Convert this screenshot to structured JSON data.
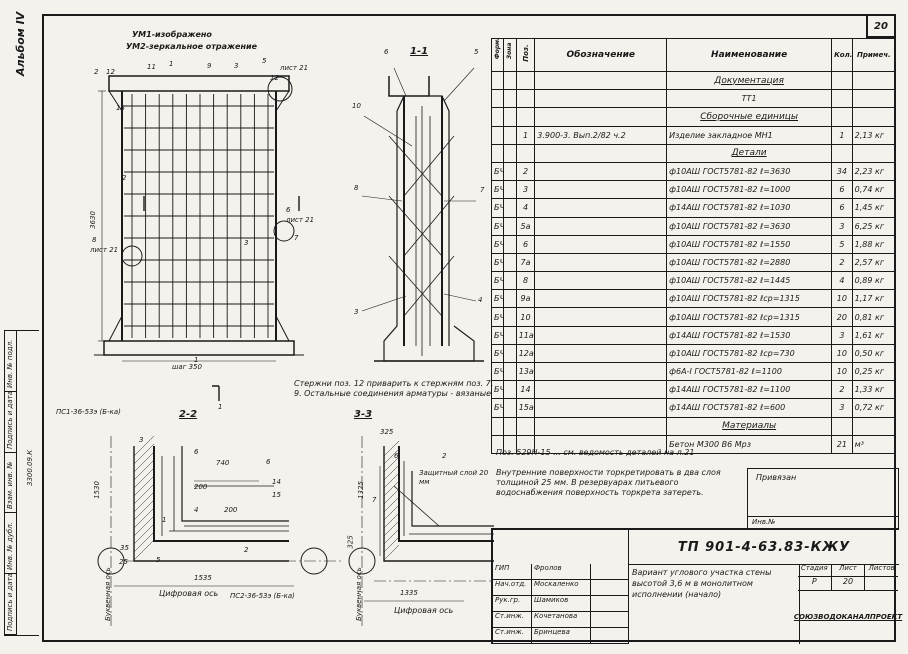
{
  "sheet_number": "20",
  "album_label": "Альбом IV",
  "views": {
    "front_note_1": "УМ1-изображено",
    "front_note_2": "УМ2-зеркальное отражение",
    "front_dim_height": "3630",
    "front_dim_step": "шаг 350",
    "front_labels": [
      "2",
      "12",
      "11",
      "1",
      "9",
      "3",
      "5",
      "13",
      "2",
      "6",
      "лист 21",
      "лист 21",
      "8",
      "лист 21",
      "7",
      "3",
      "12",
      "1",
      "1"
    ],
    "section_1_title": "1-1",
    "section_1_labels": [
      "6",
      "5",
      "10",
      "8",
      "7",
      "3",
      "4"
    ],
    "section_2_title": "2-2",
    "section_2_labels": [
      "ПС1-36-53э (Б-ка)",
      "3",
      "6",
      "740",
      "6",
      "200",
      "14",
      "15",
      "200",
      "4",
      "1530",
      "1",
      "35",
      "25",
      "5",
      "1535",
      "2",
      "ПС2-36-53э (Б-ка)"
    ],
    "section_2_axis_left": "Буквенная ось",
    "section_2_axis_bottom": "Цифровая ось",
    "section_3_title": "3-3",
    "section_3_labels": [
      "325",
      "6",
      "2",
      "1325",
      "7",
      "325",
      "1335",
      "Защитный слой 20 мм"
    ],
    "section_3_axis_left": "Буквенная ось",
    "section_3_axis_bottom": "Цифровая ось",
    "welding_note": "Стержни поз. 12 приварить к стержням поз. 7, 9. Остальные соединения арматуры - вязаные"
  },
  "spec_table": {
    "headers": [
      "Формат",
      "Зона",
      "Поз.",
      "Обозначение",
      "Наименование",
      "Кол.",
      "Примеч."
    ],
    "rows": [
      {
        "type": "section",
        "name": "Документация"
      },
      {
        "fmt": "",
        "zone": "",
        "pos": "",
        "des": "",
        "name": "ТТ1",
        "qty": "",
        "note": ""
      },
      {
        "type": "section",
        "name": "Сборочные единицы"
      },
      {
        "fmt": "",
        "zone": "",
        "pos": "1",
        "des": "3.900-3. Вып.2/82 ч.2",
        "name": "Изделие закладное МН1",
        "qty": "1",
        "note": "2,13 кг"
      },
      {
        "type": "section",
        "name": "Детали"
      },
      {
        "fmt": "БЧ",
        "zone": "",
        "pos": "2",
        "des": "",
        "name": "ф10АШ ГОСТ5781-82 ℓ=3630",
        "qty": "34",
        "note": "2,23 кг"
      },
      {
        "fmt": "БЧ",
        "zone": "",
        "pos": "3",
        "des": "",
        "name": "ф10АШ ГОСТ5781-82 ℓ=1000",
        "qty": "6",
        "note": "0,74 кг"
      },
      {
        "fmt": "БЧ",
        "zone": "",
        "pos": "4",
        "des": "",
        "name": "ф14АШ ГОСТ5781-82 ℓ=1030",
        "qty": "6",
        "note": "1,45 кг"
      },
      {
        "fmt": "БЧ",
        "zone": "",
        "pos": "5а",
        "des": "",
        "name": "ф10АШ ГОСТ5781-82 ℓ=3630",
        "qty": "3",
        "note": "6,25 кг"
      },
      {
        "fmt": "БЧ",
        "zone": "",
        "pos": "6",
        "des": "",
        "name": "ф10АШ ГОСТ5781-82 ℓ=1550",
        "qty": "5",
        "note": "1,88 кг"
      },
      {
        "fmt": "БЧ",
        "zone": "",
        "pos": "7а",
        "des": "",
        "name": "ф10АШ ГОСТ5781-82 ℓ=2880",
        "qty": "2",
        "note": "2,57 кг"
      },
      {
        "fmt": "БЧ",
        "zone": "",
        "pos": "8",
        "des": "",
        "name": "ф10АШ ГОСТ5781-82 ℓ=1445",
        "qty": "4",
        "note": "0,89 кг"
      },
      {
        "fmt": "БЧ",
        "zone": "",
        "pos": "9а",
        "des": "",
        "name": "ф10АШ ГОСТ5781-82 ℓср=1315",
        "qty": "10",
        "note": "1,17 кг"
      },
      {
        "fmt": "БЧ",
        "zone": "",
        "pos": "10",
        "des": "",
        "name": "ф10АШ ГОСТ5781-82 ℓср=1315",
        "qty": "20",
        "note": "0,81 кг"
      },
      {
        "fmt": "БЧ",
        "zone": "",
        "pos": "11а",
        "des": "",
        "name": "ф14АШ ГОСТ5781-82 ℓ=1530",
        "qty": "3",
        "note": "1,61 кг"
      },
      {
        "fmt": "БЧ",
        "zone": "",
        "pos": "12а",
        "des": "",
        "name": "ф10АШ ГОСТ5781-82 ℓср=730",
        "qty": "10",
        "note": "0,50 кг"
      },
      {
        "fmt": "БЧ",
        "zone": "",
        "pos": "13а",
        "des": "",
        "name": "ф6А-I ГОСТ5781-82 ℓ=1100",
        "qty": "10",
        "note": "0,25 кг"
      },
      {
        "fmt": "БЧ",
        "zone": "",
        "pos": "14",
        "des": "",
        "name": "ф14АШ ГОСТ5781-82 ℓ=1100",
        "qty": "2",
        "note": "1,33 кг"
      },
      {
        "fmt": "БЧ",
        "zone": "",
        "pos": "15а",
        "des": "",
        "name": "ф14АШ ГОСТ5781-82 ℓ=600",
        "qty": "3",
        "note": "0,72 кг"
      },
      {
        "type": "section",
        "name": "Материалы"
      },
      {
        "fmt": "",
        "zone": "",
        "pos": "",
        "des": "",
        "name": "Бетон М300 В6 Мрз",
        "qty": "21",
        "note": "м³"
      }
    ]
  },
  "notes": {
    "note_1": "Поз. 529Н-15 ... см. ведомость деталей на л.21",
    "note_2": "Внутренние поверхности торкретировать в два слоя толщиной 25 мм. В резервуарах питьевого водоснабжения поверхность торкрета затереть."
  },
  "stamp_block": {
    "label": "Привязан",
    "inv_label": "Инв.№"
  },
  "title_block": {
    "code": "ТП 901-4-63.83-КЖУ",
    "description": "Вариант углового участка стены высотой 3,6 м в монолитном исполнении (начало)",
    "stage_label": "Стадия",
    "sheet_label": "Лист",
    "sheets_label": "Листов",
    "stage_value": "Р",
    "sheet_value": "20",
    "sheets_value": "",
    "org": "СОЮЗВОДОКАНАЛПРОЕКТ",
    "roles": [
      {
        "role": "ГИП",
        "name": "Фролов"
      },
      {
        "role": "Нач.отд.",
        "name": "Москаленко"
      },
      {
        "role": "Рук.гр.",
        "name": "Шамиков"
      },
      {
        "role": "Ст.инж.",
        "name": "Кочетанова"
      },
      {
        "role": "Ст.инж.",
        "name": "Бринцева"
      }
    ]
  },
  "left_strip": {
    "items": [
      "Инв. № подл.",
      "Подпись и дата",
      "Взам. инв. №",
      "Инв. № дубл.",
      "Подпись и дата"
    ]
  },
  "side_reference": "3300.09.К"
}
